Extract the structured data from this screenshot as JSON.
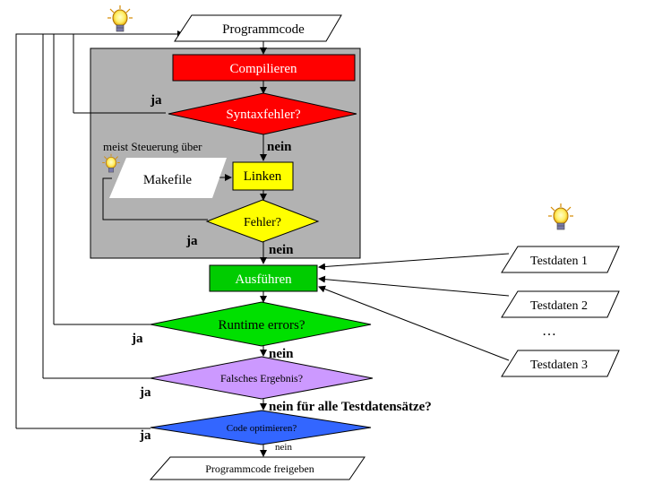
{
  "nodes": {
    "start": "Programmcode",
    "compile": "Compilieren",
    "syntax": "Syntaxfehler?",
    "makefile": "Makefile",
    "makefile_note": "meist Steuerung über",
    "link": "Linken",
    "errors": "Fehler?",
    "run": "Ausführen",
    "runtime": "Runtime errors?",
    "wrong": "Falsches Ergebnis?",
    "optimize": "Code optimieren?",
    "release": "Programmcode freigeben"
  },
  "testdata": [
    "Testdaten 1",
    "Testdaten 2",
    "Testdaten 3"
  ],
  "ellipsis": "…",
  "edge_labels": {
    "ja": "ja",
    "nein": "nein",
    "nein_all": "nein für alle Testdatensätze?"
  },
  "colors": {
    "compile": "#ff0000",
    "syntax": "#ff0000",
    "link": "#ffff00",
    "errors": "#ffff00",
    "run": "#00cc00",
    "runtime": "#00e000",
    "wrong": "#cc99ff",
    "optimize": "#3366ff",
    "panel": "#b2b2b2"
  },
  "icons": [
    "lightbulb-icon"
  ]
}
